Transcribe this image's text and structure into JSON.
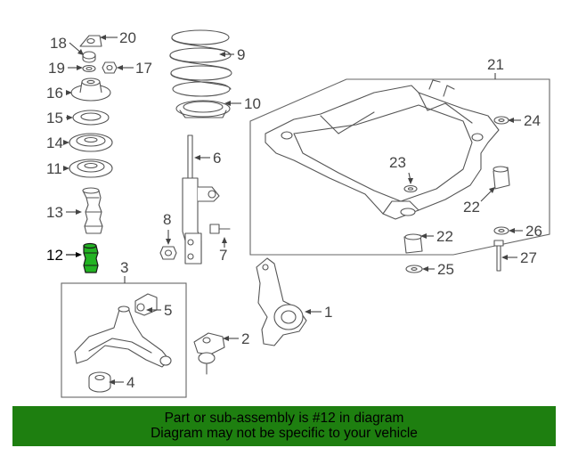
{
  "banner": {
    "line1": "Part or sub-assembly is #12 in diagram",
    "line2": "Diagram may not be specific to your vehicle",
    "background_color": "#1e7f10"
  },
  "highlight_color": "#22b322",
  "callouts": {
    "c1": "1",
    "c2": "2",
    "c3": "3",
    "c4": "4",
    "c5": "5",
    "c6": "6",
    "c7": "7",
    "c8": "8",
    "c9": "9",
    "c10": "10",
    "c11": "11",
    "c12": "12",
    "c13": "13",
    "c14": "14",
    "c15": "15",
    "c16": "16",
    "c17": "17",
    "c18": "18",
    "c19": "19",
    "c20": "20",
    "c21": "21",
    "c22a": "22",
    "c22b": "22",
    "c23": "23",
    "c24": "24",
    "c25": "25",
    "c26": "26",
    "c27": "27"
  }
}
